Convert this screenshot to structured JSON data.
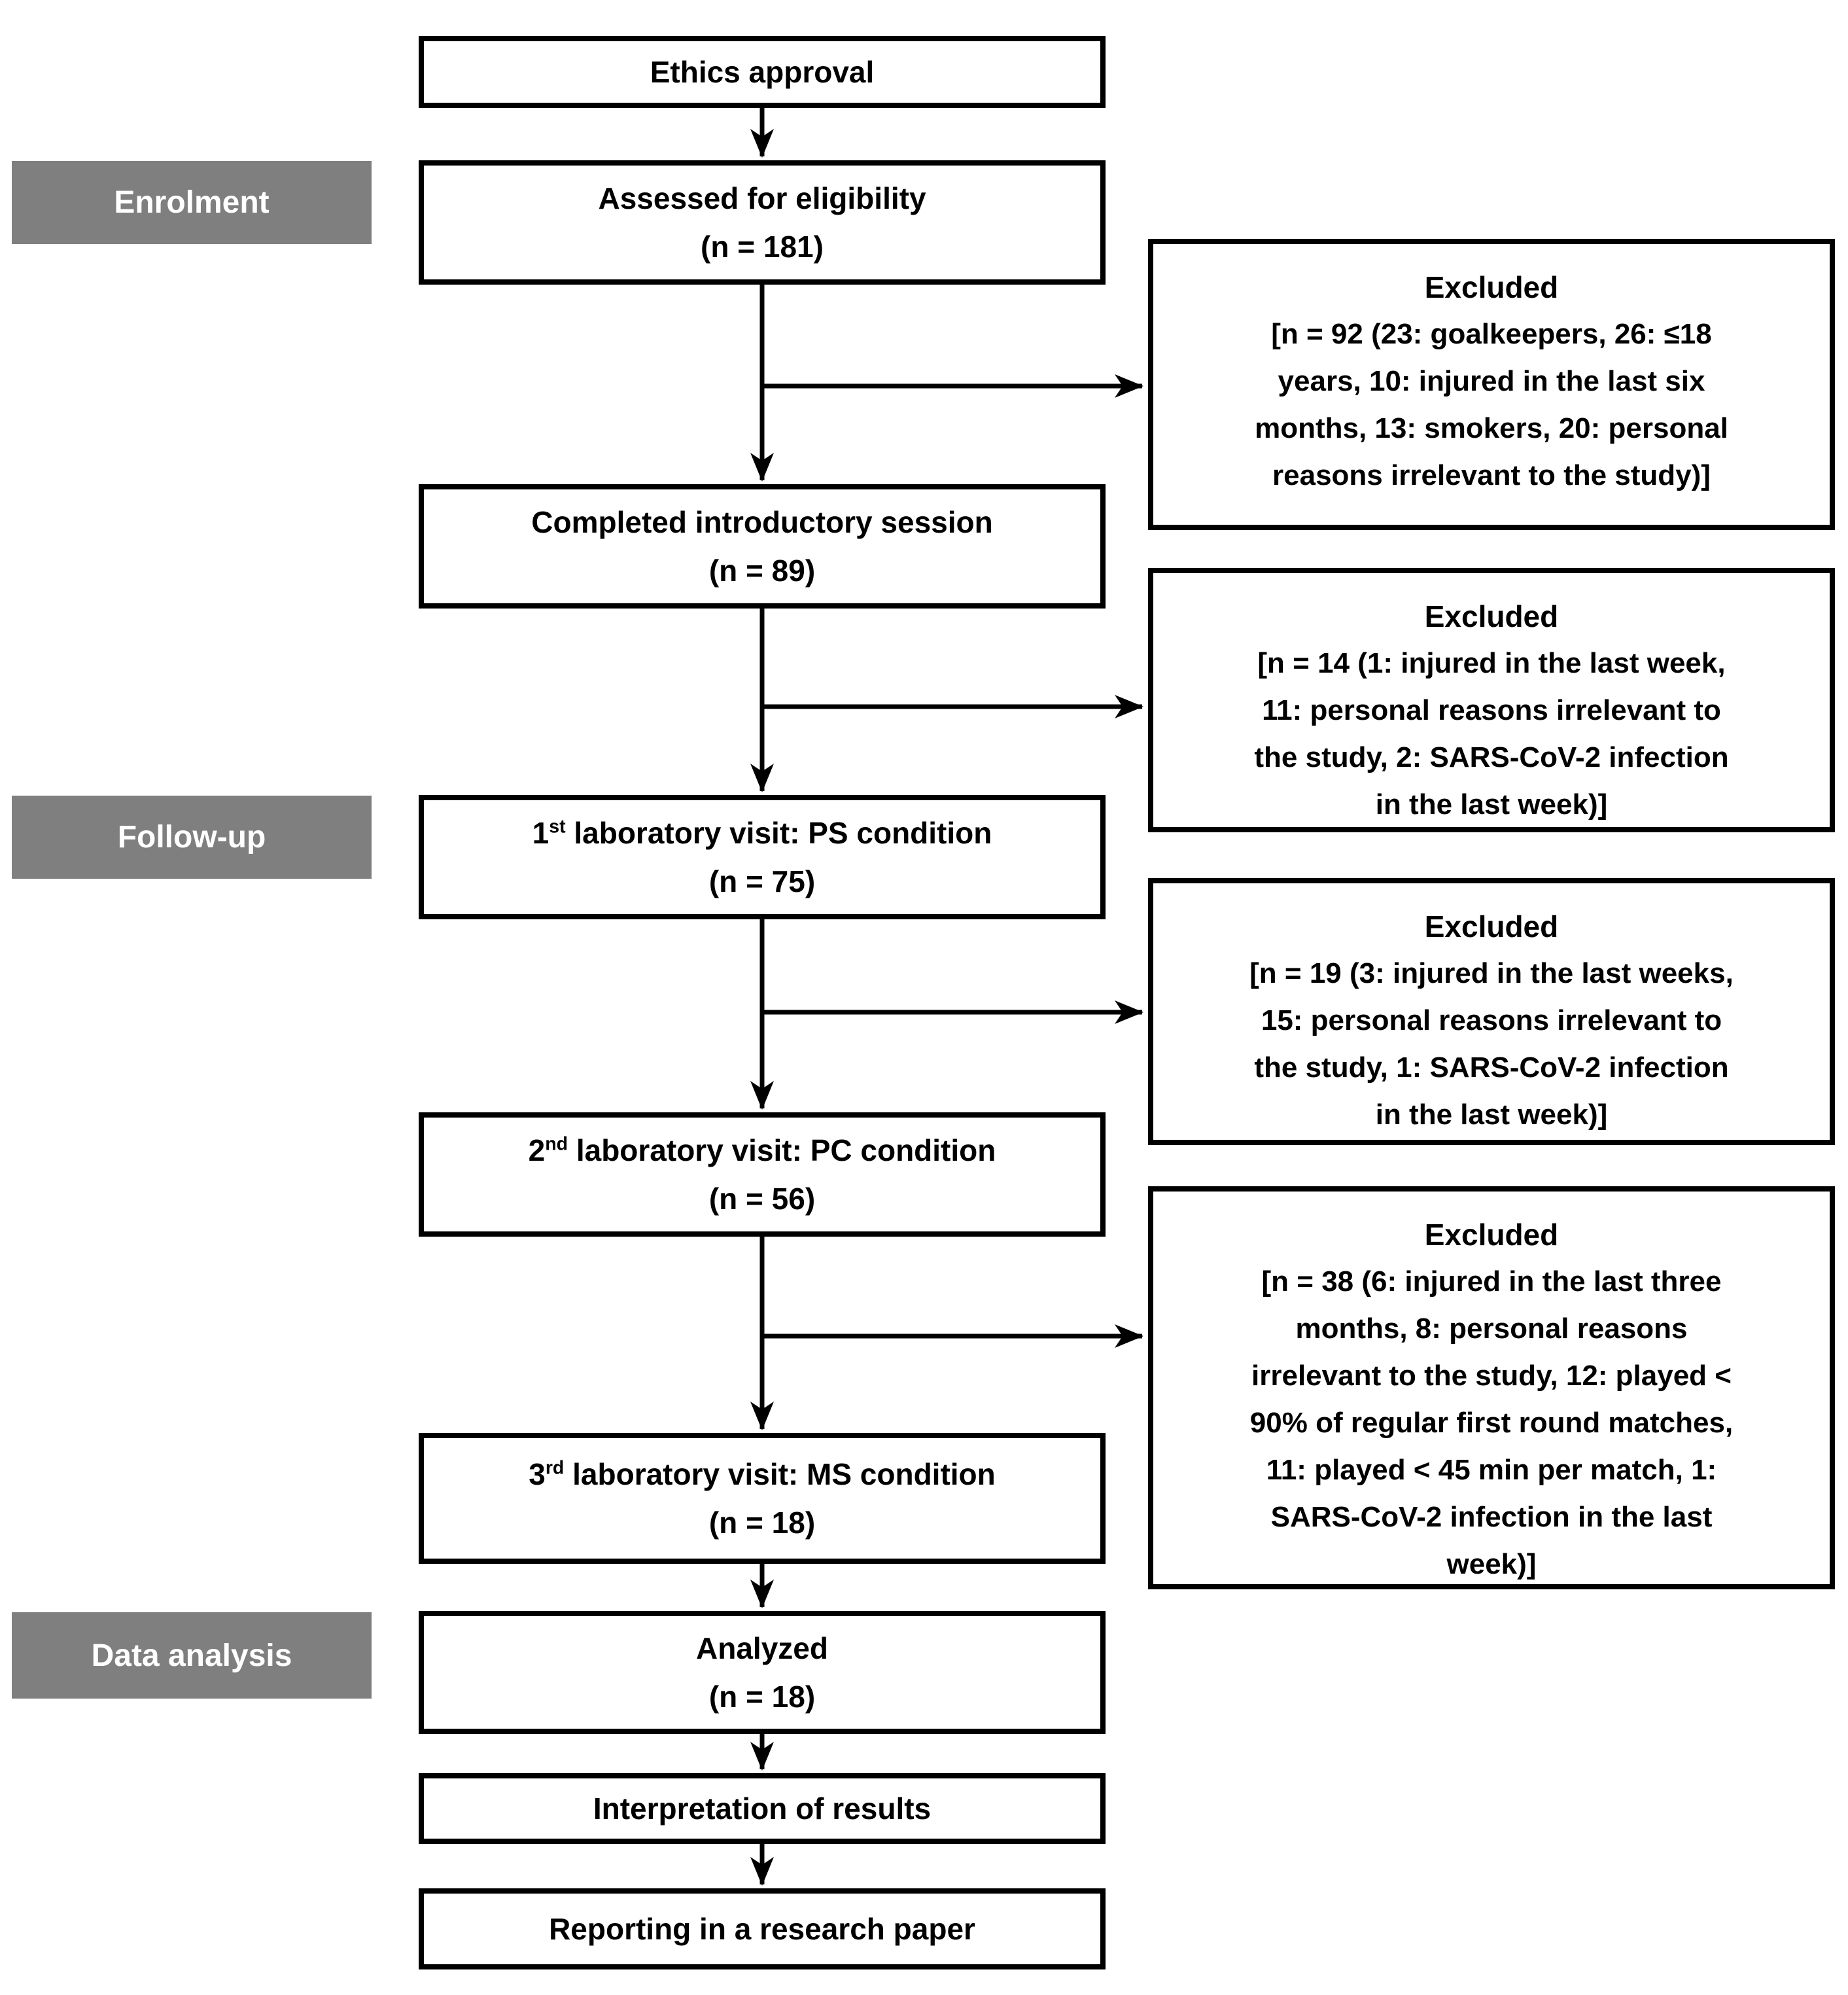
{
  "diagram": {
    "stages": [
      {
        "label": "Enrolment"
      },
      {
        "label": "Follow-up"
      },
      {
        "label": "Data analysis"
      }
    ],
    "boxes": {
      "ethics": {
        "line1": "Ethics approval"
      },
      "assessed": {
        "line1": "Assessed for eligibility",
        "line2": "(n = 181)"
      },
      "completed": {
        "line1": "Completed introductory session",
        "line2": "(n = 89)"
      },
      "visit1": {
        "num": "1",
        "ordinal": "st",
        "rest": " laboratory visit: PS condition",
        "line2": "(n = 75)"
      },
      "visit2": {
        "num": "2",
        "ordinal": "nd",
        "rest": " laboratory visit: PC condition",
        "line2": "(n = 56)"
      },
      "visit3": {
        "num": "3",
        "ordinal": "rd",
        "rest": " laboratory visit: MS condition",
        "line2": "(n = 18)"
      },
      "analyzed": {
        "line1": "Analyzed",
        "line2": "(n = 18)"
      },
      "interpretation": {
        "line1": "Interpretation of results"
      },
      "reporting": {
        "line1": "Reporting in a research paper"
      }
    },
    "excluded": [
      {
        "title": "Excluded",
        "body": "[n = 92 (23: goalkeepers, 26: ≤18\nyears, 10: injured in the last six\nmonths, 13: smokers, 20: personal\nreasons irrelevant to the study)]"
      },
      {
        "title": "Excluded",
        "body": "[n = 14 (1: injured in the last week,\n11: personal reasons irrelevant to\nthe study, 2: SARS-CoV-2 infection\nin the last week)]"
      },
      {
        "title": "Excluded",
        "body": "[n = 19 (3: injured in the last weeks,\n15: personal reasons irrelevant to\nthe study, 1: SARS-CoV-2 infection\nin the last week)]"
      },
      {
        "title": "Excluded",
        "body": "[n = 38 (6: injured in the last three\nmonths, 8: personal reasons\nirrelevant to the study, 12: played <\n90% of regular first round matches,\n11: played < 45 min per match, 1:\nSARS-CoV-2 infection in the last\nweek)]"
      }
    ],
    "colors": {
      "stage_bg": "#7f7f7f",
      "stage_text": "#ffffff",
      "border": "#000000",
      "background": "#ffffff",
      "text": "#000000"
    }
  }
}
